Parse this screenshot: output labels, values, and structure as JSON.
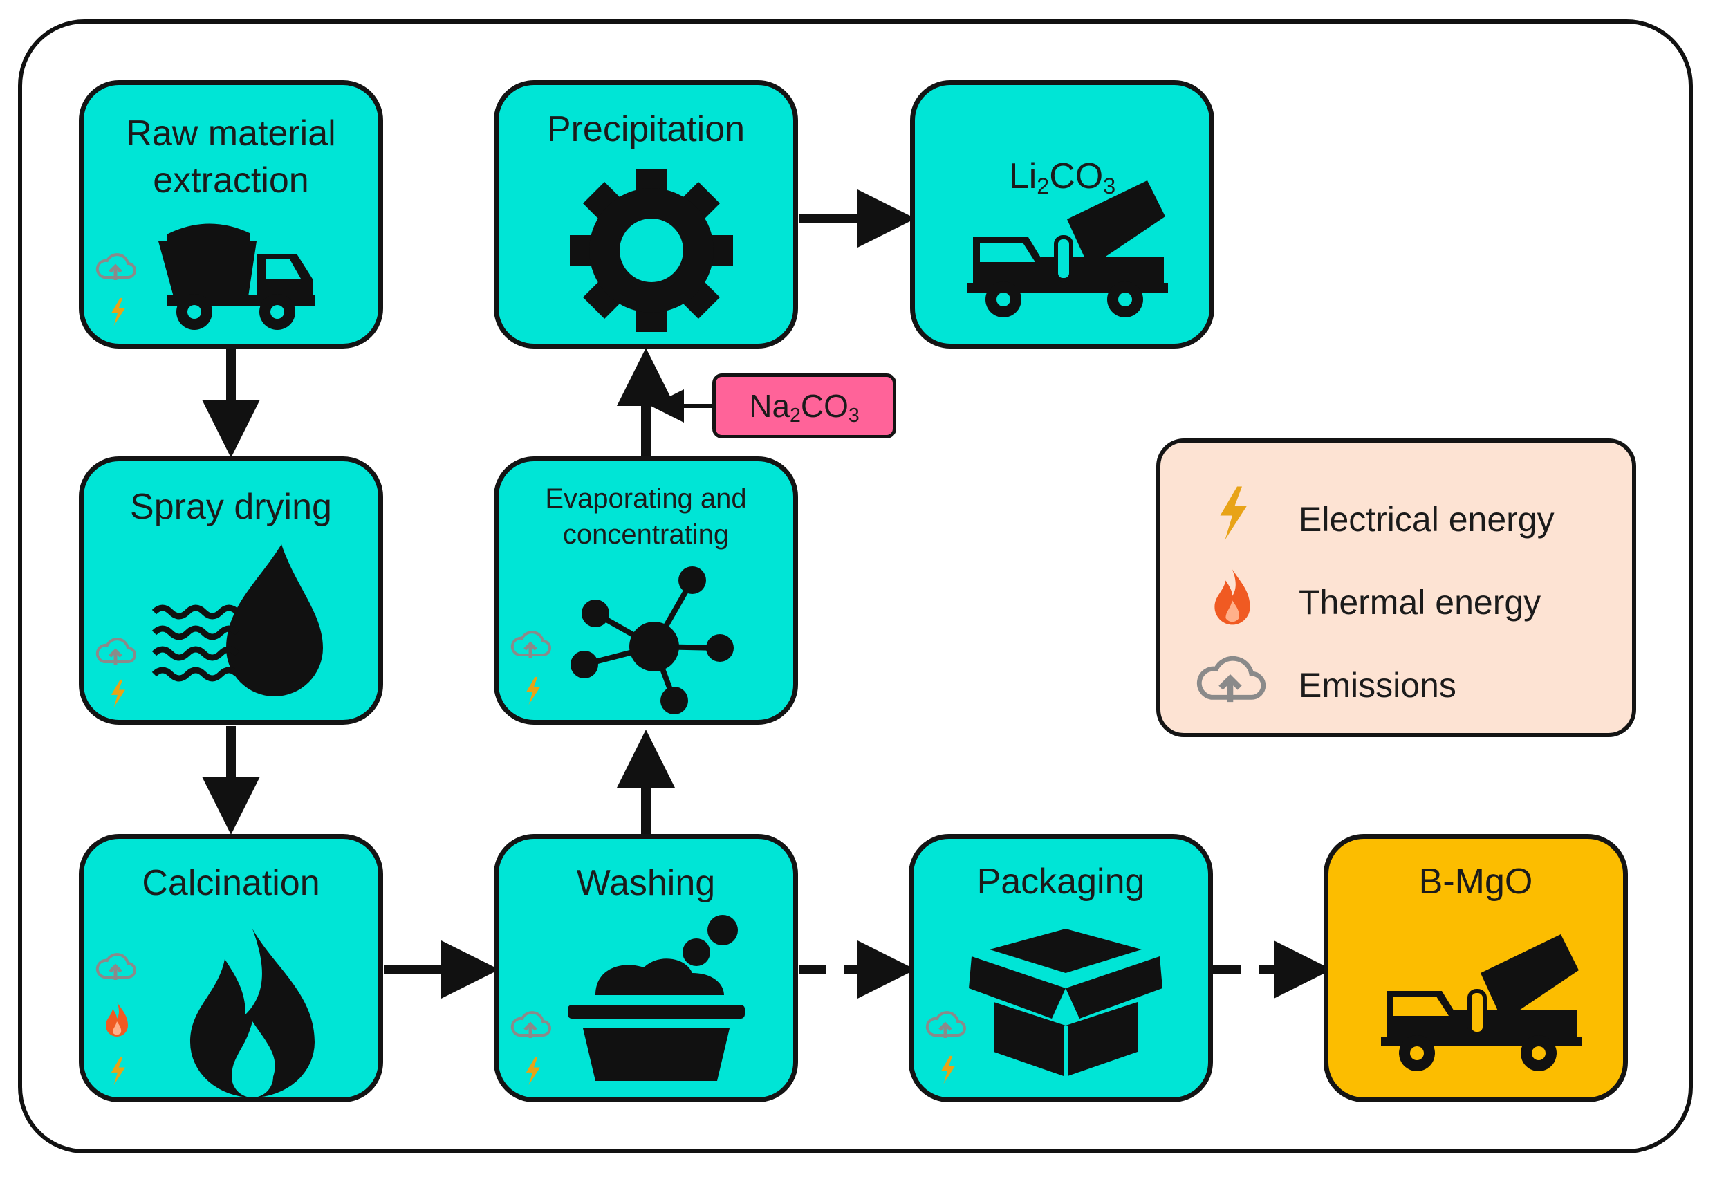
{
  "diagram": {
    "steps": {
      "raw_material_extraction": "Raw material\nextraction",
      "spray_drying": "Spray drying",
      "calcination": "Calcination",
      "washing": "Washing",
      "evaporating": "Evaporating and\nconcentrating",
      "precipitation": "Precipitation",
      "li2co3": {
        "main": "Li",
        "sub1": "2",
        "mid": "CO",
        "sub2": "3"
      },
      "packaging": "Packaging",
      "bmgo": "B-MgO"
    },
    "reagent": {
      "main": "Na",
      "sub1": "2",
      "mid": "CO",
      "sub2": "3"
    },
    "legend": {
      "electrical": "Electrical energy",
      "thermal": "Thermal energy",
      "emissions": "Emissions"
    },
    "colors": {
      "step_fill": "#00e5d6",
      "final_fill": "#fcbd00",
      "reagent_fill": "#ff6399",
      "legend_fill": "#fde3d3",
      "electrical_icon": "#e8a317",
      "thermal_icon": "#f05a22",
      "emissions_icon": "#8a8a8a"
    },
    "icons": [
      "dump-truck-icon",
      "water-drop-wind-icon",
      "fire-icon",
      "washing-basin-icon",
      "molecule-icon",
      "gear-icon",
      "mixer-truck-icon",
      "open-box-icon"
    ]
  }
}
